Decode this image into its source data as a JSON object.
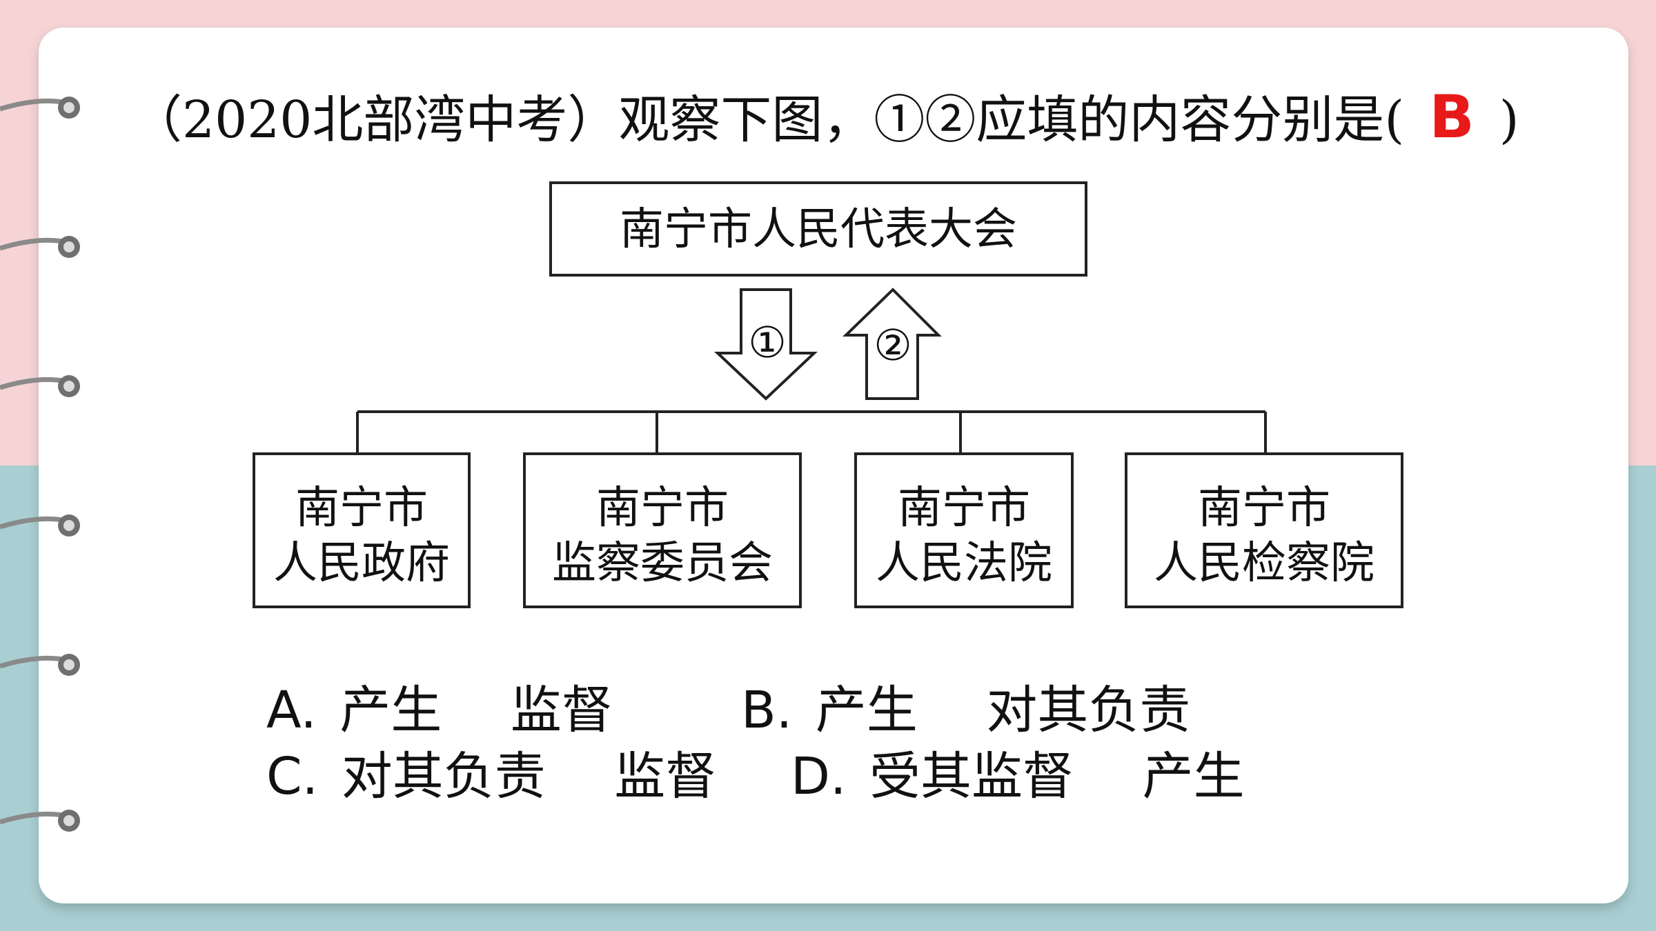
{
  "question": {
    "prefix": "（2020北部湾中考）观察下图，①②应填的内容分别是(",
    "answer": "B",
    "suffix": ")"
  },
  "diagram": {
    "top_box": "南宁市人民代表大会",
    "arrow_down_label": "①",
    "arrow_up_label": "②",
    "boxes": [
      {
        "line1": "南宁市",
        "line2": "人民政府"
      },
      {
        "line1": "南宁市",
        "line2": "监察委员会"
      },
      {
        "line1": "南宁市",
        "line2": "人民法院"
      },
      {
        "line1": "南宁市",
        "line2": "人民检察院"
      }
    ]
  },
  "options": {
    "a_letter": "A.",
    "a_text1": "产生",
    "a_text2": "监督",
    "b_letter": "B.",
    "b_text1": "产生",
    "b_text2": "对其负责",
    "c_letter": "C.",
    "c_text1": "对其负责",
    "c_text2": "监督",
    "d_letter": "D.",
    "d_text1": "受其监督",
    "d_text2": "产生"
  },
  "colors": {
    "answer": "#e81919",
    "background_top": "#f6d4d6",
    "background_bottom": "#a9cfd3"
  }
}
